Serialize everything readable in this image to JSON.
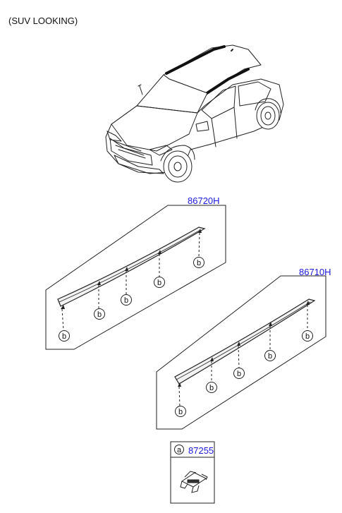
{
  "header": {
    "title": "(SUV LOOKING)"
  },
  "parts": {
    "rear_moulding": {
      "part_number": "86720H",
      "fastener_label": "b"
    },
    "front_moulding": {
      "part_number": "86710H",
      "fastener_label": "b"
    },
    "clip": {
      "ref_letter": "a",
      "part_number": "87255"
    }
  },
  "colors": {
    "part_number": "#1a1adb",
    "line": "#222222"
  }
}
